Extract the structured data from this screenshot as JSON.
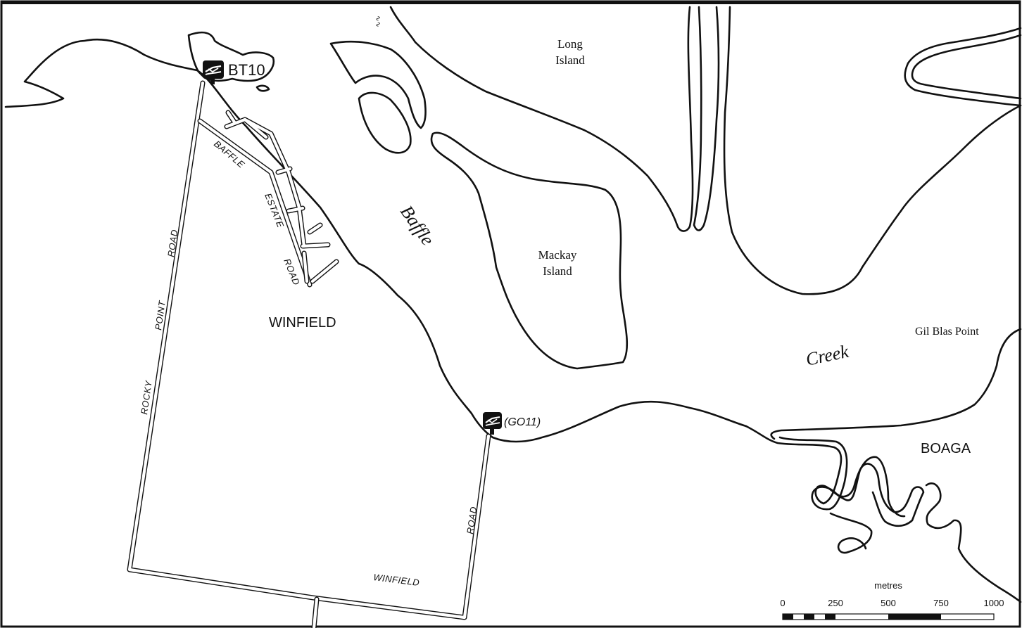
{
  "labels": {
    "long_island_1": "Long",
    "long_island_2": "Island",
    "mackay_island_1": "Mackay",
    "mackay_island_2": "Island",
    "gil_blas_point": "Gil Blas Point",
    "winfield": "WINFIELD",
    "boaga": "BOAGA",
    "baffle": "Baffle",
    "creek": "Creek"
  },
  "roads": {
    "baffle": "BAFFLE",
    "estate": "ESTATE",
    "estate_road": "ROAD",
    "rocky": "ROCKY",
    "point": "POINT",
    "rocky_point_road": "ROAD",
    "winfield": "WINFIELD",
    "winfield_road": "ROAD"
  },
  "sites": {
    "bt10": "BT10",
    "go11": "(GO11)"
  },
  "scale_bar": {
    "unit": "metres",
    "ticks": [
      "0",
      "250",
      "500",
      "750",
      "1000"
    ]
  },
  "icons": {
    "boat_ramp": "boat-ramp-icon"
  }
}
